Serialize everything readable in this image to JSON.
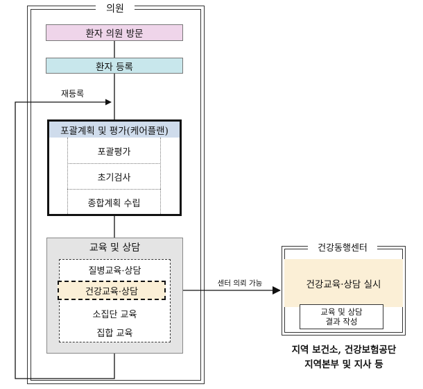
{
  "clinic": {
    "label": "의원"
  },
  "steps": {
    "visit": "환자 의원 방문",
    "register": "환자 등록",
    "re_register": "재등록"
  },
  "careplan": {
    "title": "포괄계획 및 평가(케어플랜)",
    "items": [
      "포괄평가",
      "초기검사",
      "종합계획 수립"
    ]
  },
  "education": {
    "title": "교육 및 상담",
    "items": [
      "질병교육·상담",
      "건강교육·상담",
      "소집단 교육",
      "집합 교육"
    ]
  },
  "connector": {
    "label": "센터 의뢰 가능"
  },
  "health_center": {
    "title": "건강동행센터",
    "main": "건강교육·상담 실시",
    "result_line1": "교육 및 상담",
    "result_line2": "결과 작성",
    "note_line1": "지역 보건소, 건강보험공단",
    "note_line2": "지역본부 및 지사 등"
  }
}
